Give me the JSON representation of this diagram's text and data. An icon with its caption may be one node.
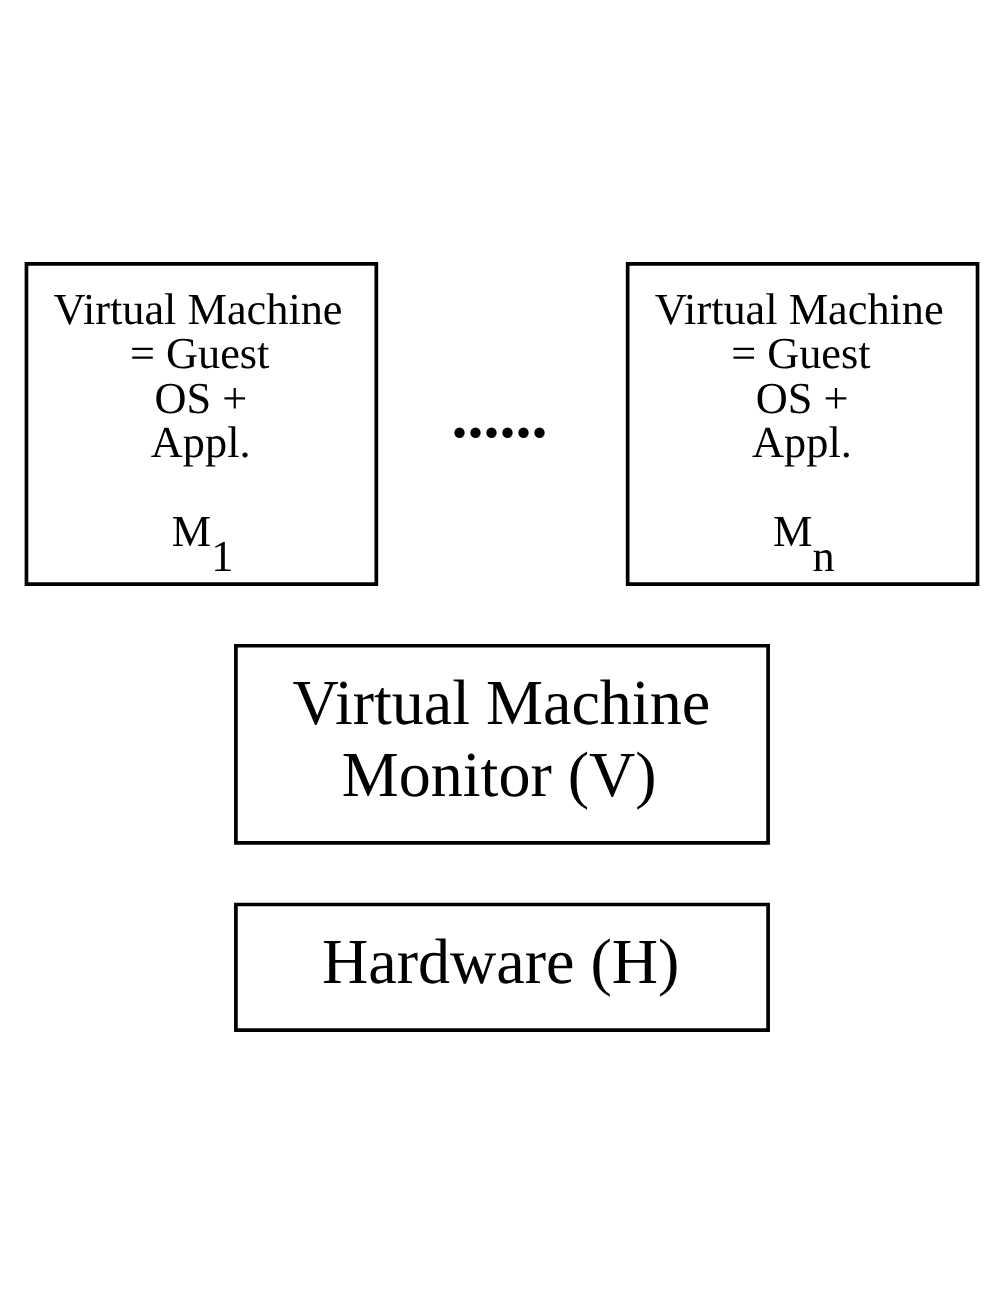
{
  "diagram": {
    "nodes": [
      {
        "text": [
          "Virtual Machine = Guest OS + Appl.",
          "M$_{1}$"
        ]
      },
      {
        "text": [
          "Virtual Machine = Guest OS + Appl.",
          "M$_{n}$"
        ]
      },
      {
        "text": [
          "Virtual Machine Monitor (V)"
        ]
      },
      {
        "text": [
          "Hardware (H)"
        ]
      }
    ],
    "edges": [],
    "labels": [
      "......"
    ]
  }
}
